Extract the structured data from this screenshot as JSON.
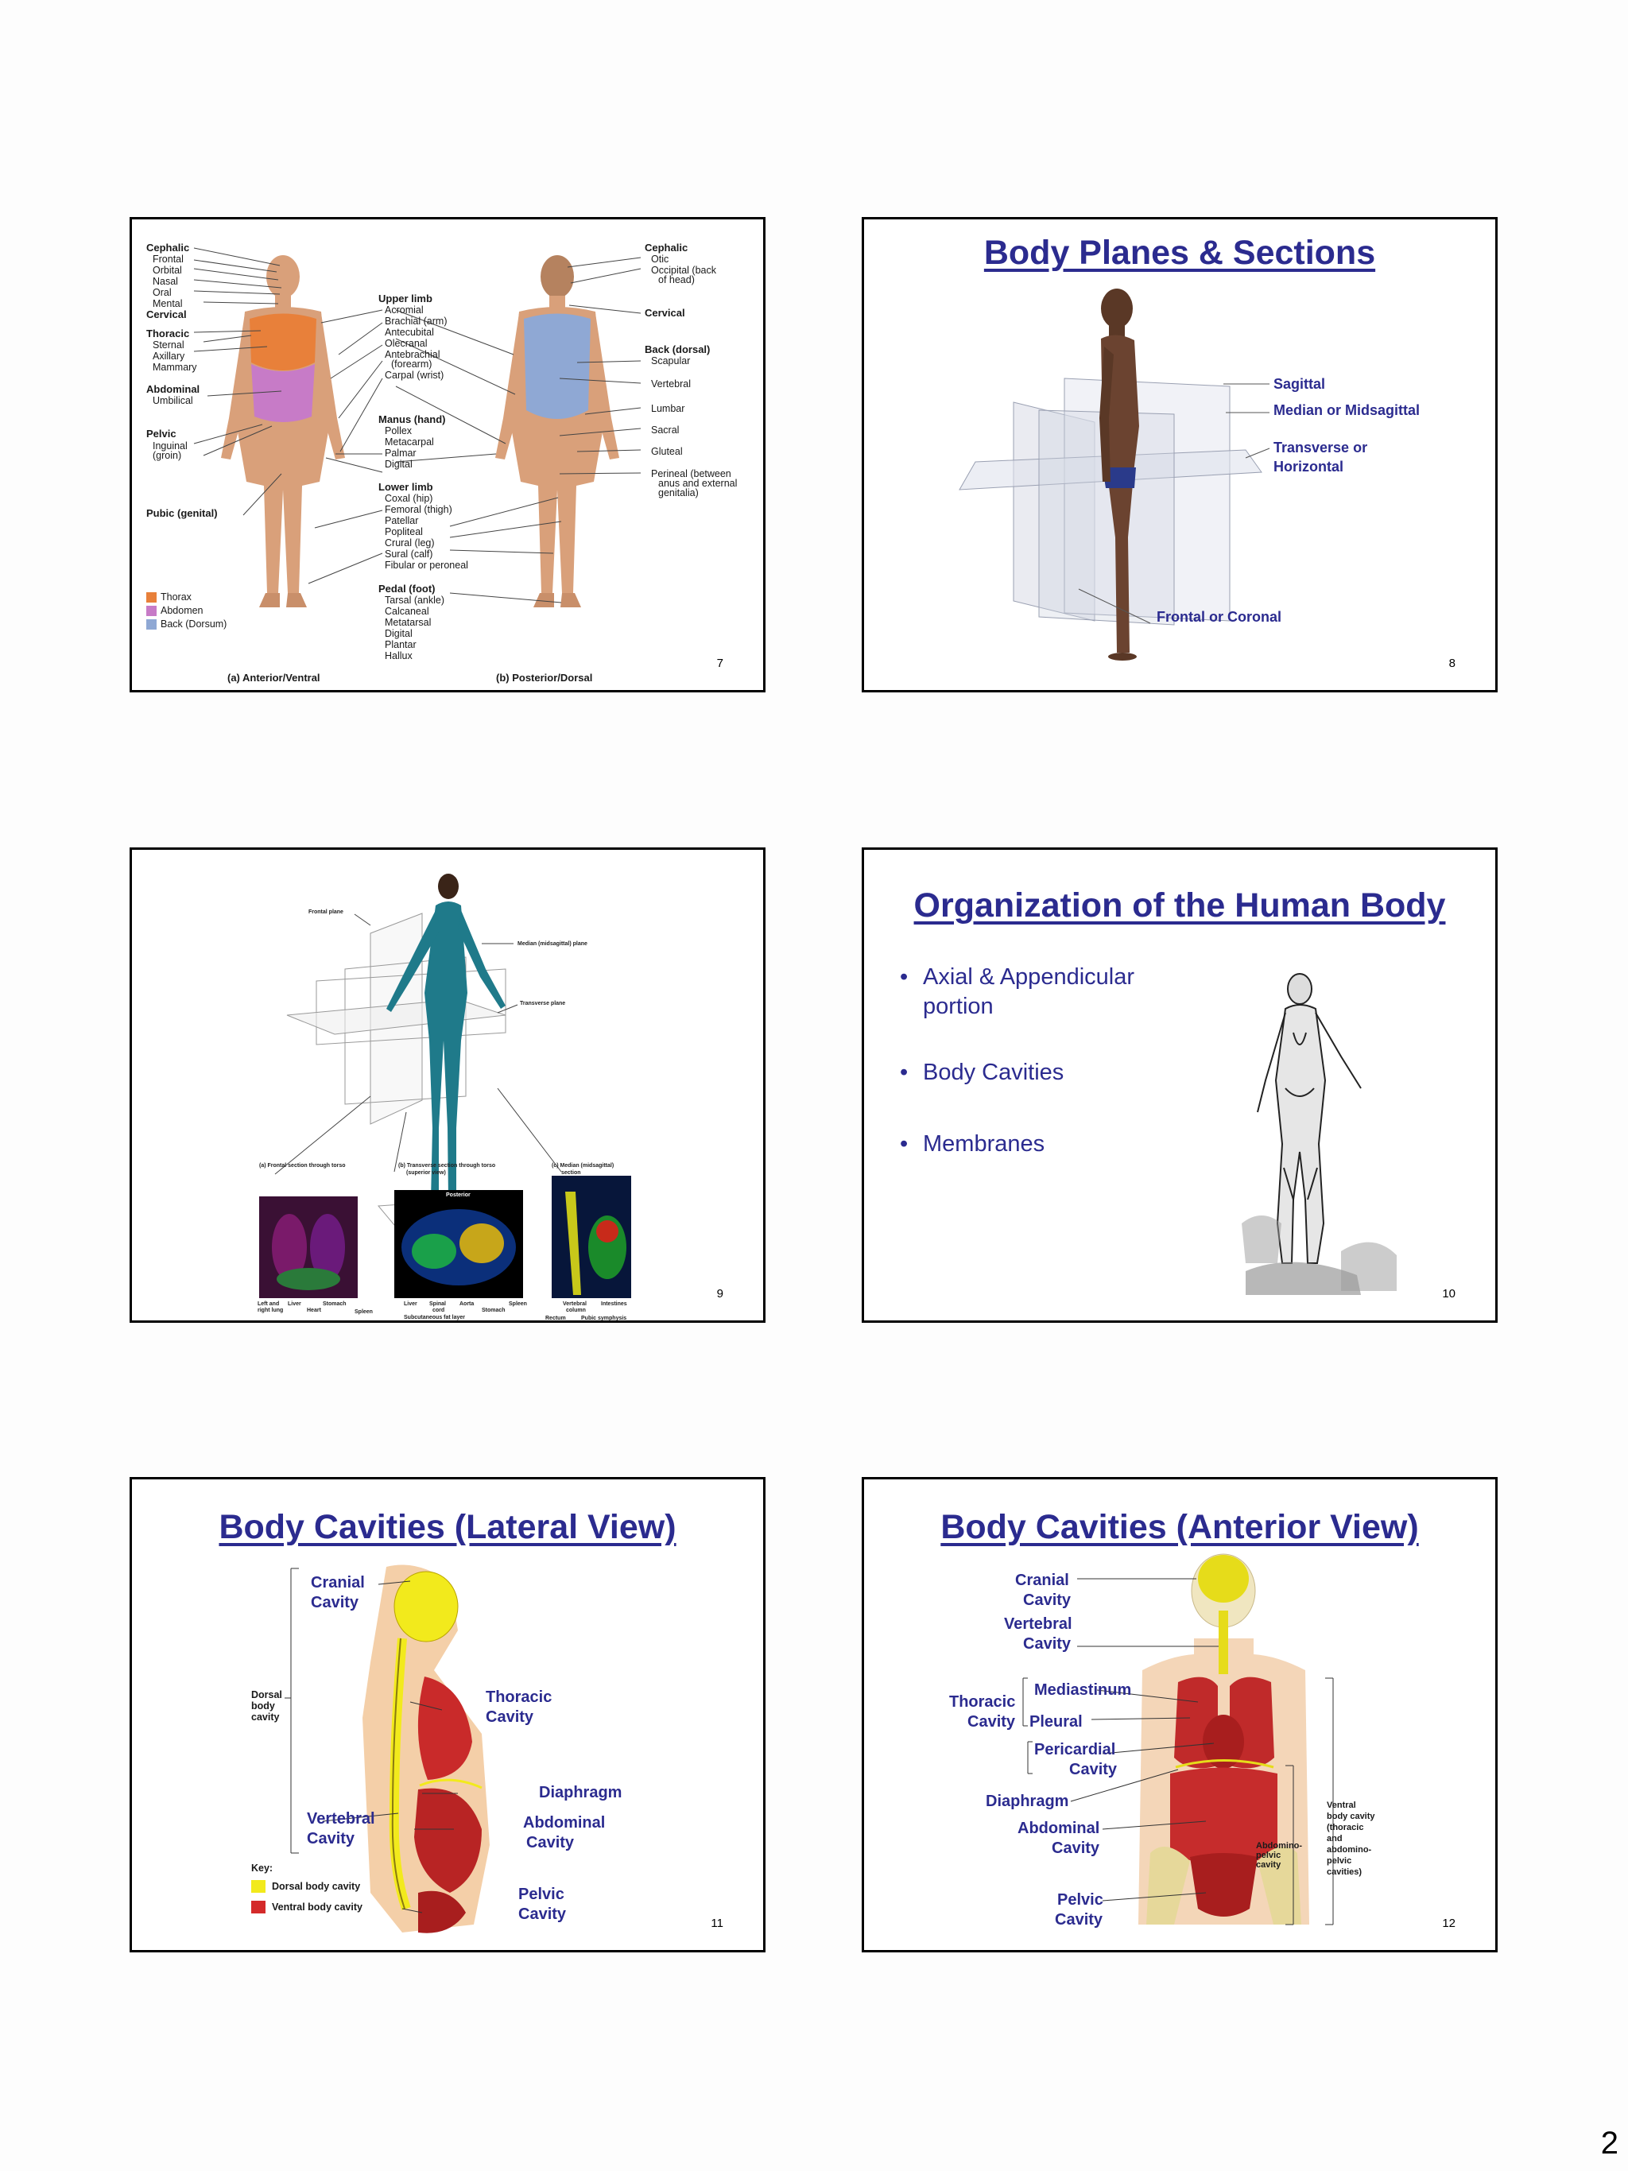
{
  "page_number": "2",
  "slide7": {
    "number": "7",
    "left_labels": [
      "Cephalic",
      "Frontal",
      "Orbital",
      "Nasal",
      "Oral",
      "Mental",
      "Cervical",
      "Thoracic",
      "Sternal",
      "Axillary",
      "Mammary",
      "Abdominal",
      "Umbilical",
      "Pelvic",
      "Inguinal",
      "(groin)",
      "Pubic (genital)"
    ],
    "middle_labels": [
      "Upper limb",
      "Acromial",
      "Brachial (arm)",
      "Antecubital",
      "Olecranal",
      "Antebrachial",
      "(forearm)",
      "Carpal (wrist)",
      "Manus (hand)",
      "Pollex",
      "Metacarpal",
      "Palmar",
      "Digital",
      "Lower limb",
      "Coxal (hip)",
      "Femoral (thigh)",
      "Patellar",
      "Popliteal",
      "Crural (leg)",
      "Sural (calf)",
      "Fibular or peroneal",
      "Pedal (foot)",
      "Tarsal (ankle)",
      "Calcaneal",
      "Metatarsal",
      "Digital",
      "Plantar",
      "Hallux"
    ],
    "right_labels": [
      "Cephalic",
      "Otic",
      "Occipital (back",
      "of head)",
      "Cervical",
      "Back (dorsal)",
      "Scapular",
      "Vertebral",
      "Lumbar",
      "Sacral",
      "Gluteal",
      "Perineal (between",
      "anus and external",
      "genitalia)"
    ],
    "legend": [
      {
        "label": "Thorax",
        "color": "#e8803a"
      },
      {
        "label": "Abdomen",
        "color": "#c77bc7"
      },
      {
        "label": "Back (Dorsum)",
        "color": "#8fa8d4"
      }
    ],
    "caption_a": "(a) Anterior/Ventral",
    "caption_b": "(b) Posterior/Dorsal"
  },
  "slide8": {
    "number": "8",
    "title": "Body Planes & Sections",
    "labels": [
      "Sagittal",
      "Median or Midsagittal",
      "Transverse or",
      "Horizontal",
      "Frontal or Coronal"
    ]
  },
  "slide9": {
    "number": "9",
    "labels": [
      "Frontal plane",
      "Median (midsagittal) plane",
      "Transverse plane"
    ],
    "captions": [
      "(a) Frontal section through torso",
      "(b) Transverse section through torso",
      "(superior view)",
      "(c) Median (midsagittal)",
      "section"
    ],
    "posterior": "Posterior",
    "a_labels": [
      "Left and",
      "right lung",
      "Liver",
      "Heart",
      "Stomach",
      "Spleen"
    ],
    "b_labels": [
      "Liver",
      "Spinal",
      "cord",
      "Aorta",
      "Stomach",
      "Spleen",
      "Subcutaneous fat layer"
    ],
    "c_labels": [
      "Vertebral",
      "column",
      "Intestines",
      "Rectum",
      "Pubic symphysis"
    ]
  },
  "slide10": {
    "number": "10",
    "title": "Organization of the Human Body",
    "bullets": [
      {
        "line1": "Axial & Appendicular",
        "line2": "portion"
      },
      {
        "line1": "Body Cavities",
        "line2": ""
      },
      {
        "line1": "Membranes",
        "line2": ""
      }
    ],
    "bullet_char": "•"
  },
  "slide11": {
    "number": "11",
    "title": "Body Cavities (Lateral View)",
    "labels": {
      "cranial1": "Cranial",
      "cranial2": "Cavity",
      "dorsal1": "Dorsal",
      "dorsal2": "body",
      "dorsal3": "cavity",
      "thoracic1": "Thoracic",
      "thoracic2": "Cavity",
      "diaphragm": "Diaphragm",
      "vertebral1": "Vertebral",
      "vertebral2": "Cavity",
      "abdominal1": "Abdominal",
      "abdominal2": "Cavity",
      "pelvic1": "Pelvic",
      "pelvic2": "Cavity"
    },
    "key_title": "Key:",
    "key": [
      {
        "label": "Dorsal body cavity",
        "color": "#f2ea1c"
      },
      {
        "label": "Ventral body cavity",
        "color": "#d42a2a"
      }
    ]
  },
  "slide12": {
    "number": "12",
    "title": "Body Cavities (Anterior View)",
    "labels": {
      "cranial1": "Cranial",
      "cranial2": "Cavity",
      "vertebral1": "Vertebral",
      "vertebral2": "Cavity",
      "thoracic1": "Thoracic",
      "thoracic2": "Cavity",
      "mediastinum": "Mediastinum",
      "pleural": "Pleural",
      "pericardial1": "Pericardial",
      "pericardial2": "Cavity",
      "diaphragm": "Diaphragm",
      "abdominal1": "Abdominal",
      "abdominal2": "Cavity",
      "pelvic1": "Pelvic",
      "pelvic2": "Cavity",
      "abdpel1": "Abdomino-",
      "abdpel2": "pelvic",
      "abdpel3": "cavity",
      "ventral1": "Ventral",
      "ventral2": "body cavity",
      "ventral3": "(thoracic",
      "ventral4": "and",
      "ventral5": "abdomino-",
      "ventral6": "pelvic",
      "ventral7": "cavities)"
    }
  }
}
